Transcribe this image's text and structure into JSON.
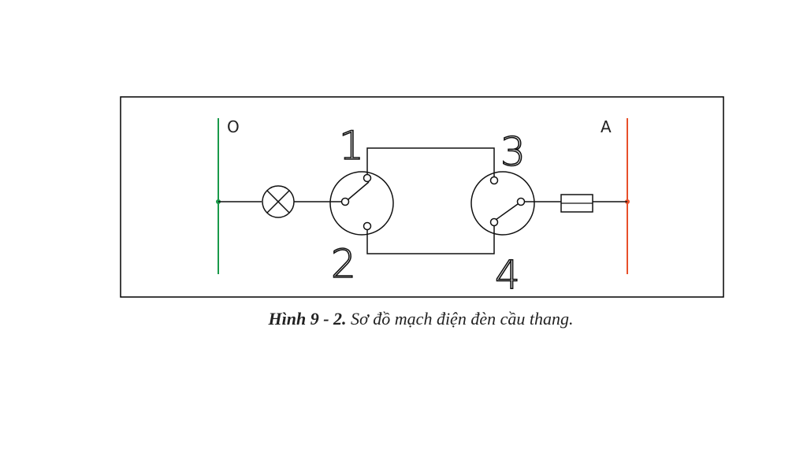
{
  "diagram": {
    "labels": {
      "neutral": "O",
      "phase": "A",
      "contact_1": "1",
      "contact_2": "2",
      "contact_3": "3",
      "contact_4": "4"
    },
    "colors": {
      "frame": "#000000",
      "wire": "#111111",
      "neutral_line": "#1a9a4a",
      "phase_line": "#e8502a"
    },
    "components": [
      "lamp-icon",
      "two-way-switch-icon",
      "two-way-switch-icon",
      "fuse-icon"
    ]
  },
  "caption": {
    "figure_number": "Hình 9 - 2.",
    "text": "Sơ đồ mạch điện đèn cầu thang."
  }
}
